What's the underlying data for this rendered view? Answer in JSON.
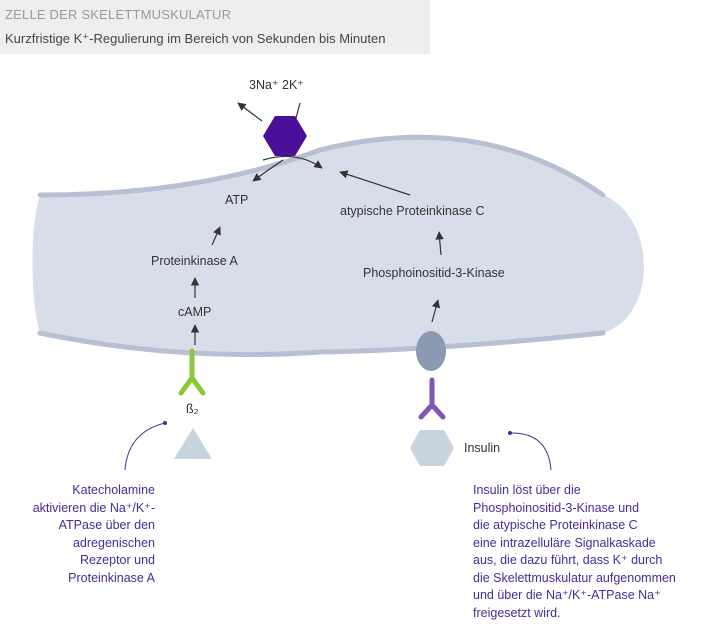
{
  "header": {
    "title": "ZELLE DER SKELETTMUSKULATUR",
    "subtitle": "Kurzfristige K⁺-Regulierung im Bereich von Sekunden bis Minuten"
  },
  "labels": {
    "pump_ions": "3Na⁺ 2K⁺",
    "atp": "ATP",
    "pka": "Proteinkinase A",
    "camp": "cAMP",
    "beta2_receptor": "ß₂",
    "apkc": "atypische Proteinkinase C",
    "pi3k": "Phosphoinositid-3-Kinase",
    "insulin": "Insulin"
  },
  "notes": {
    "catecholamine": [
      "Katecholamine",
      "aktivieren die Na⁺/K⁺-",
      "ATPase über den",
      "adregenischen",
      "Rezeptor und",
      "Proteinkinase A"
    ],
    "insulin": [
      "Insulin löst über die",
      "Phosphoinositid-3-Kinase und",
      "die atypische Proteinkinase C",
      "eine intrazelluläre Signalkaskade",
      "aus, die dazu führt, dass K⁺ durch",
      "die Skelettmuskulatur aufgenommen",
      "und über die Na⁺/K⁺-ATPase Na⁺",
      "freigesetzt wird."
    ]
  },
  "colors": {
    "cell_fill": "#d8dee9",
    "membrane": "#b7c0d2",
    "pump": "#4b0f9a",
    "beta_receptor": "#8cc63f",
    "insulin_receptor": "#7e57b8",
    "insulin_ligand": "#c8d3e0",
    "catecholamine_ligand": "#c8d3e0",
    "receptor_head": "#8b9ab0",
    "annotation_text": "#4b2a9a",
    "arrow": "#333333"
  }
}
